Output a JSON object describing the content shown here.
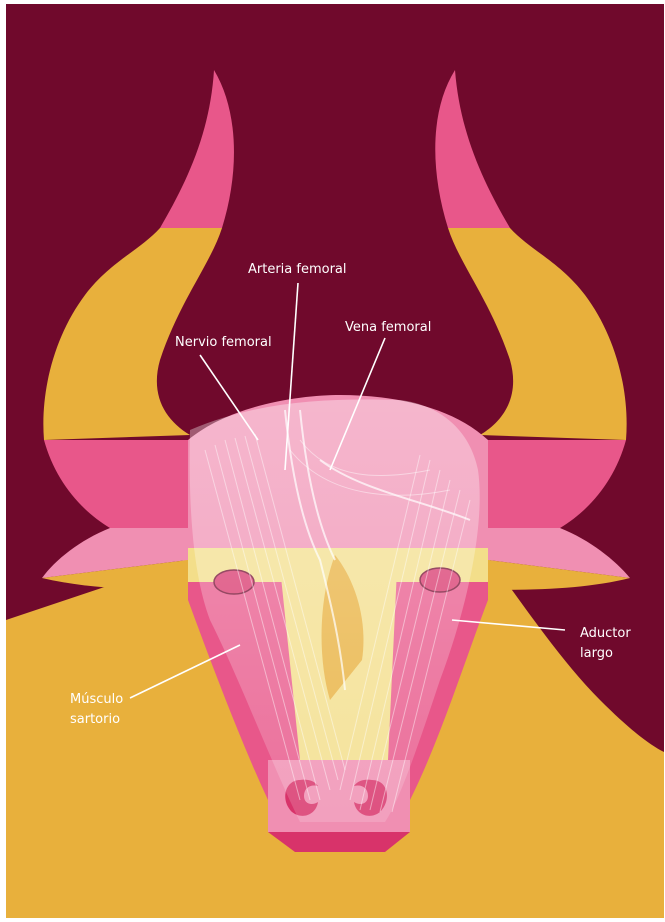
{
  "labels": {
    "arteria": "Arteria femoral",
    "nervio": "Nervio femoral",
    "vena": "Vena femoral",
    "aductor_1": "Aductor",
    "aductor_2": "largo",
    "musculo_1": "Músculo",
    "musculo_2": "sartorio"
  },
  "colors": {
    "background": "#70092c",
    "pink": "#e8578a",
    "light_pink": "#f08fb2",
    "deep_pink": "#d8336a",
    "yellow": "#e8b03c",
    "pale_yellow": "#f3de8a",
    "leader": "#ffffff"
  }
}
